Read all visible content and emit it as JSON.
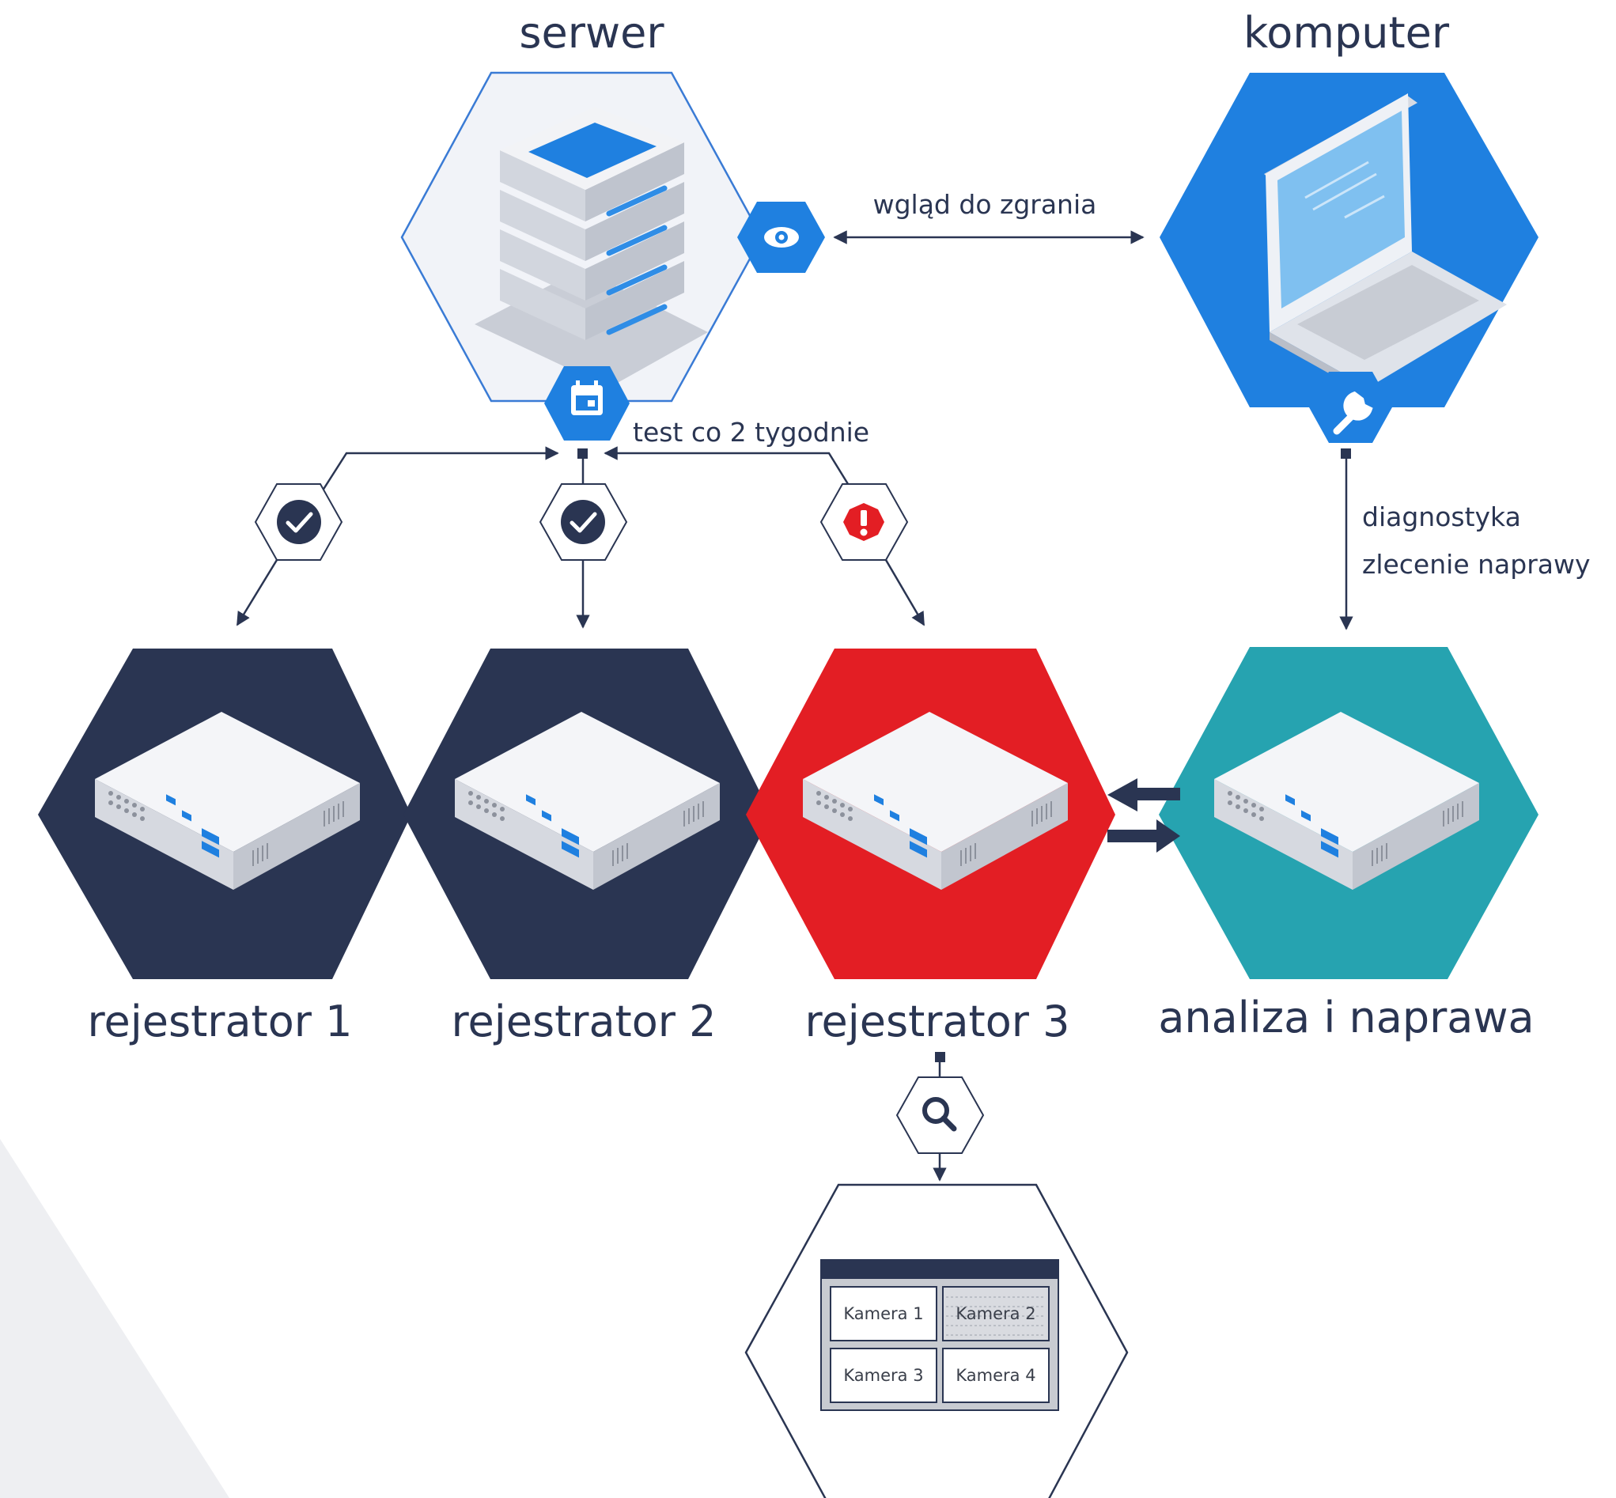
{
  "nodes": {
    "server": {
      "label": "serwer"
    },
    "computer": {
      "label": "komputer"
    },
    "recorder1": {
      "label": "rejestrator 1"
    },
    "recorder2": {
      "label": "rejestrator 2"
    },
    "recorder3": {
      "label": "rejestrator 3"
    },
    "repair": {
      "label": "analiza i naprawa"
    }
  },
  "edges": {
    "server_computer": "wgląd do zgrania",
    "test": "test co 2 tygodnie",
    "diagnostics_line1": "diagnostyka",
    "diagnostics_line2": "zlecenie naprawy"
  },
  "camera_panel": {
    "cameras": [
      "Kamera 1",
      "Kamera 2",
      "Kamera 3",
      "Kamera 4"
    ]
  },
  "colors": {
    "navy": "#2a3552",
    "blue": "#1f80e0",
    "red": "#e31e24",
    "teal": "#26a3b0",
    "light_gray": "#eeeff2"
  }
}
